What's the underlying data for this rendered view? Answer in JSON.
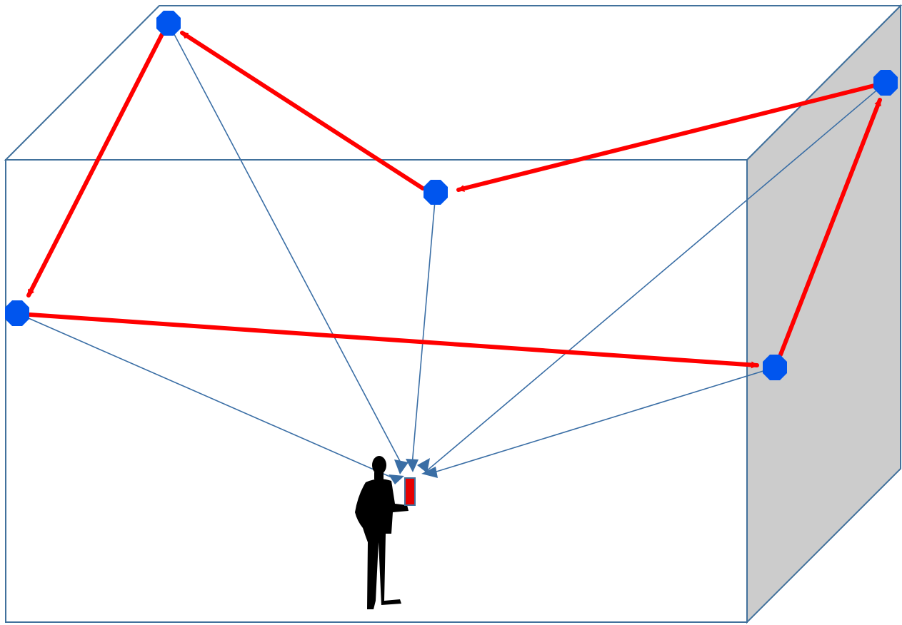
{
  "diagram": {
    "description_free": true,
    "colors": {
      "room_outline": "#41719c",
      "side_wall_fill": "#cccccc",
      "node_fill": "#0055ee",
      "signal_line": "#3a6ea5",
      "sequence_arrow": "#ff0000",
      "person": "#000000",
      "device": "#e60000"
    },
    "nodes": [
      {
        "id": "node-top-left-ceiling"
      },
      {
        "id": "node-front-center"
      },
      {
        "id": "node-top-right-wall"
      },
      {
        "id": "node-left-wall"
      },
      {
        "id": "node-right-wall-lower"
      }
    ],
    "sequence_arrows": [
      {
        "from": "node-top-right-wall",
        "to": "node-front-center"
      },
      {
        "from": "node-front-center",
        "to": "node-top-left-ceiling"
      },
      {
        "from": "node-top-left-ceiling",
        "to": "node-left-wall"
      },
      {
        "from": "node-left-wall",
        "to": "node-right-wall-lower"
      },
      {
        "from": "node-right-wall-lower",
        "to": "node-top-right-wall"
      }
    ],
    "icons": [
      "person-silhouette-icon",
      "handheld-device-icon"
    ]
  }
}
